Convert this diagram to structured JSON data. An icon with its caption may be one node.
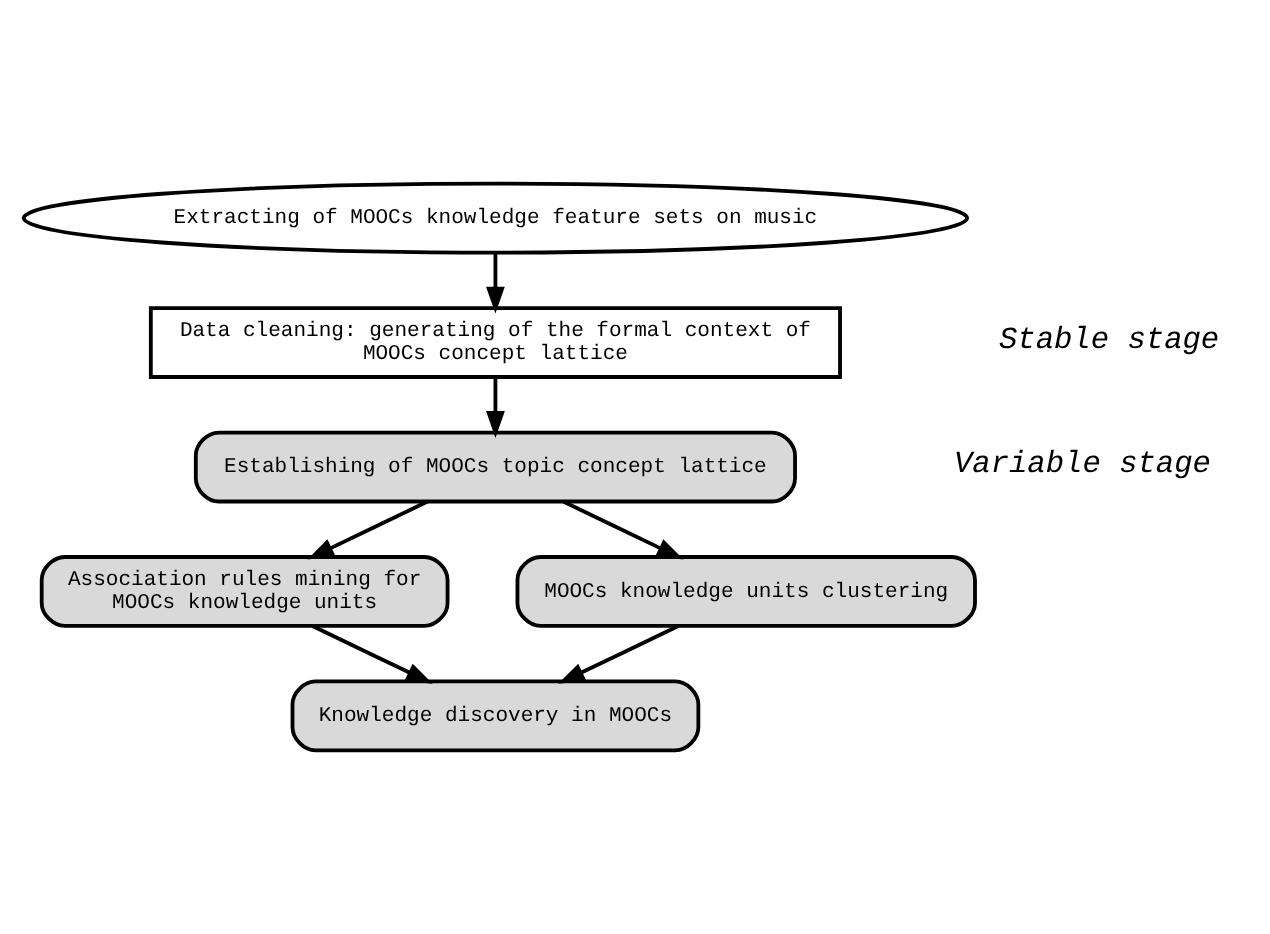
{
  "diagram": {
    "nodes": [
      {
        "text": [
          "Extracting of MOOCs knowledge feature sets on music"
        ]
      },
      {
        "text": [
          "Data cleaning: generating of the formal context of MOOCs concept lattice"
        ]
      },
      {
        "text": [
          "Establishing of MOOCs topic concept lattice"
        ]
      },
      {
        "text": [
          "Association rules mining for MOOCs knowledge units"
        ]
      },
      {
        "text": [
          "MOOCs knowledge units clustering"
        ]
      },
      {
        "text": [
          "Knowledge discovery in MOOCs"
        ]
      }
    ],
    "edges": [
      {
        "from": 0,
        "to": 1,
        "arrow": "to"
      },
      {
        "from": 1,
        "to": 2,
        "arrow": "to"
      },
      {
        "from": 2,
        "to": 3,
        "arrow": "to"
      },
      {
        "from": 2,
        "to": 4,
        "arrow": "to"
      },
      {
        "from": 3,
        "to": 5,
        "arrow": "to"
      },
      {
        "from": 4,
        "to": 5,
        "arrow": "to"
      }
    ],
    "labels": [
      "Stable stage",
      "Variable stage"
    ]
  }
}
